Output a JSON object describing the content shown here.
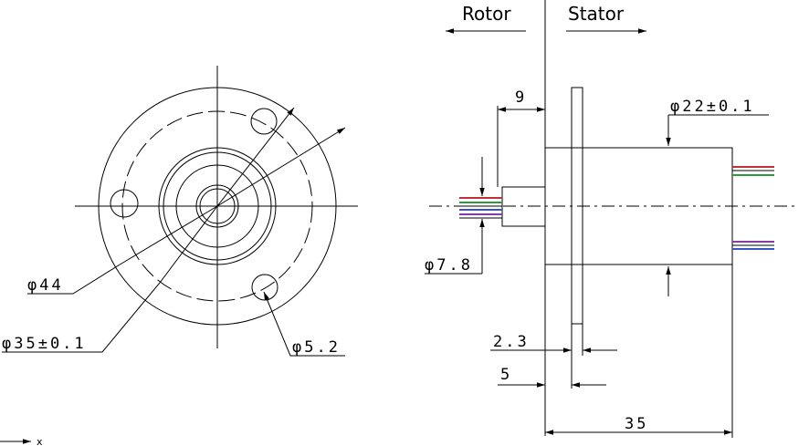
{
  "labels": {
    "rotor": "Rotor",
    "stator": "Stator"
  },
  "dimensions": {
    "d44": "φ44",
    "d35": "φ35±0.1",
    "d5_2": "φ5.2",
    "d7_8": "φ7.8",
    "d22": "φ22±0.1",
    "len9": "9",
    "len2_3": "2.3",
    "len5": "5",
    "len35": "35"
  },
  "axis_indicator": "x",
  "wire_colors": [
    "#c0303a",
    "#2e9a3e",
    "#3a55c8",
    "#8a3aa8",
    "#000000"
  ]
}
